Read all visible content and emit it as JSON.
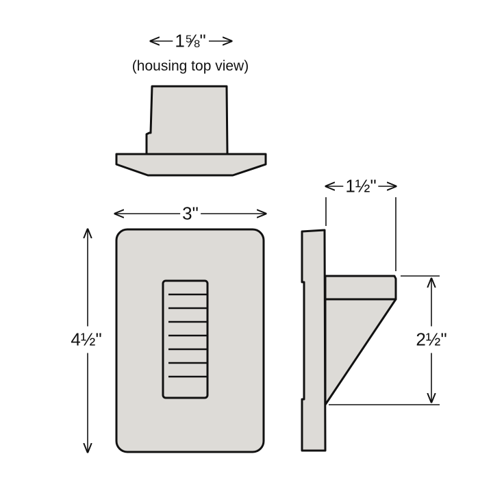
{
  "dimensions": {
    "housing_width": "1⅝\"",
    "housing_caption": "(housing top view)",
    "plate_width": "3\"",
    "plate_height": "4½\"",
    "depth": "1½\"",
    "bracket_height": "2½\""
  },
  "colors": {
    "fill": "#dddbd7",
    "stroke": "#111111"
  }
}
